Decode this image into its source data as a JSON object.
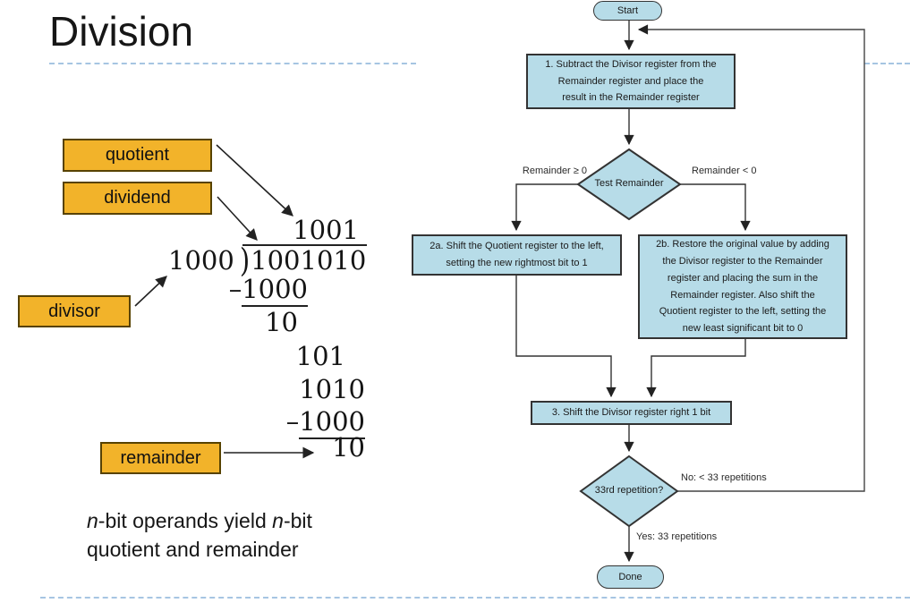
{
  "slide": {
    "title": "Division",
    "note": {
      "italic1": "n",
      "text1": "-bit operands yield ",
      "italic2": "n",
      "text2": "-bit",
      "line2": "quotient and remainder"
    }
  },
  "labels": {
    "quotient": "quotient",
    "dividend": "dividend",
    "divisor": "divisor",
    "remainder": "remainder"
  },
  "division": {
    "quotient": "1001",
    "divisor": "1000",
    "paren": ")",
    "dividend": "1001010",
    "sub1": {
      "sign": "–",
      "value": "1000"
    },
    "rem1": "10",
    "rem2": "101",
    "rem3": "1010",
    "sub2": {
      "sign": "–",
      "value": "1000"
    },
    "remainder": "10"
  },
  "flowchart": {
    "start": "Start",
    "box1": {
      "lines": [
        "1.  Subtract the Divisor register from the",
        "Remainder register and place the",
        "result in the Remainder register"
      ]
    },
    "test1": "Test Remainder",
    "branch_left": "Remainder ≥ 0",
    "branch_right": "Remainder < 0",
    "box2a": {
      "lines": [
        "2a.  Shift the Quotient register to the left,",
        "setting the new rightmost bit to 1"
      ]
    },
    "box2b": {
      "lines": [
        "2b.  Restore the original value by adding",
        "the Divisor register to the Remainder",
        "register and placing the sum in the",
        "Remainder register. Also shift the",
        "Quotient register to the left, setting the",
        "new least significant bit to 0"
      ]
    },
    "box3": "3.  Shift the Divisor register right 1 bit",
    "test2": "33rd repetition?",
    "no_label": "No:  < 33 repetitions",
    "yes_label": "Yes:  33 repetitions",
    "done": "Done"
  },
  "colors": {
    "flowchart_fill": "#b7dce8",
    "flowchart_border": "#333333",
    "label_fill": "#f2b32a",
    "label_border": "#574200",
    "dashed_line": "#a6c5e2"
  }
}
